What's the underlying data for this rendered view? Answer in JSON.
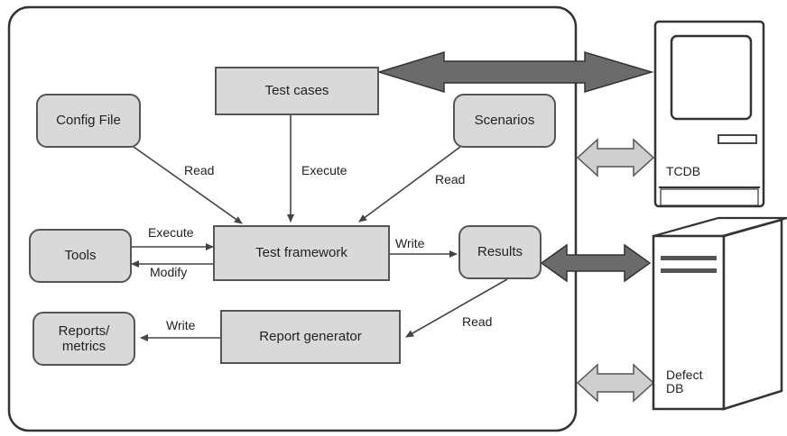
{
  "diagram": {
    "nodes": {
      "test_cases": "Test cases",
      "config_file": "Config File",
      "scenarios": "Scenarios",
      "tools": "Tools",
      "test_framework": "Test framework",
      "results": "Results",
      "reports_metrics_line1": "Reports/",
      "reports_metrics_line2": "metrics",
      "report_generator": "Report generator"
    },
    "edge_labels": {
      "config_read": "Read",
      "test_cases_execute": "Execute",
      "scenarios_read": "Read",
      "tools_execute": "Execute",
      "tools_modify": "Modify",
      "framework_write": "Write",
      "results_read": "Read",
      "report_write": "Write"
    },
    "systems": {
      "tcdb": "TCDB",
      "defect_db_line1": "Defect",
      "defect_db_line2": "DB"
    }
  },
  "colors": {
    "node_fill": "#d9d9d9",
    "dark_arrow": "#6b6b6b",
    "light_arrow": "#cfcfcf",
    "line": "#555555"
  }
}
